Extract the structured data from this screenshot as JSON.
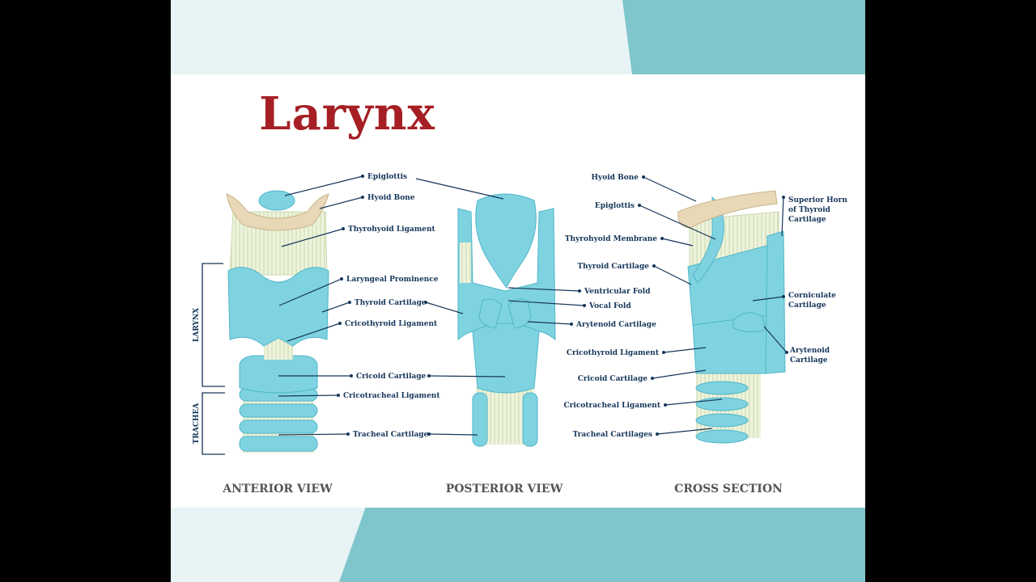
{
  "title": "Larynx",
  "colors": {
    "title": "#a51f24",
    "cartilage": "#7fd3e0",
    "cartilage_dark": "#4fb6c8",
    "bone": "#e8d8b8",
    "ligament": "#e9f0d6",
    "label": "#16365a",
    "background_teal": "#7fc6cc"
  },
  "views": {
    "anterior": {
      "caption": "ANTERIOR VIEW",
      "bracket_larynx": "LARYNX",
      "bracket_trachea": "TRACHEA",
      "labels": [
        "Epiglottis",
        "Hyoid Bone",
        "Thyrohyoid Ligament",
        "Laryngeal Prominence",
        "Thyroid Cartilage",
        "Cricothyroid Ligament",
        "Cricoid Cartilage",
        "Cricotracheal Ligament",
        "Tracheal Cartilage"
      ]
    },
    "posterior": {
      "caption": "POSTERIOR VIEW",
      "labels": [
        "Epiglottis",
        "Ventricular Fold",
        "Vocal Fold",
        "Arytenoid Cartilage"
      ]
    },
    "cross": {
      "caption": "CROSS SECTION",
      "left_labels": [
        "Hyoid Bone",
        "Epiglottis",
        "Thyrohyoid Membrane",
        "Thyroid Cartilage",
        "Cricothyroid Ligament",
        "Cricoid Cartilage",
        "Cricotracheal Ligament",
        "Tracheal Cartilages"
      ],
      "right_labels": [
        [
          "Superior Horn",
          "of Thyroid",
          "Cartilage"
        ],
        [
          "Corniculate",
          "Cartilage"
        ],
        [
          "Arytenoid",
          "Cartilage"
        ]
      ]
    }
  }
}
